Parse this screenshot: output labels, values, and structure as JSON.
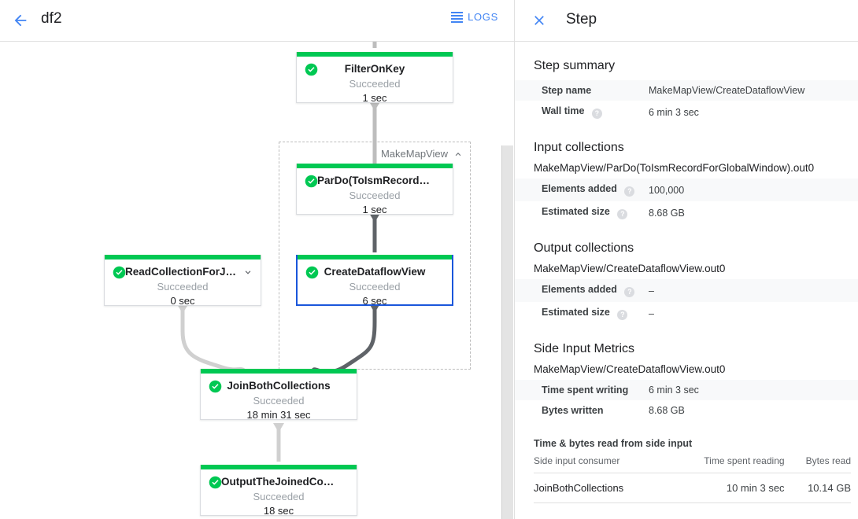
{
  "topbar": {
    "back_icon": "back-arrow-icon",
    "job_title": "df2",
    "logs_label": "LOGS",
    "logs_icon": "logs-list-icon"
  },
  "graph": {
    "group": {
      "label": "MakeMapView",
      "collapse_icon": "chevron-up-icon"
    },
    "nodes": [
      {
        "id": "filter-on-key",
        "name": "FilterOnKey",
        "status": "Succeeded",
        "time": "1 sec",
        "status_icon": "check-circle-icon",
        "selected": false,
        "has_chevron": false
      },
      {
        "id": "pardo-toismrecordfor",
        "name": "ParDo(ToIsmRecordFor…",
        "status": "Succeeded",
        "time": "1 sec",
        "status_icon": "check-circle-icon",
        "selected": false,
        "has_chevron": false
      },
      {
        "id": "create-dataflow-view",
        "name": "CreateDataflowView",
        "status": "Succeeded",
        "time": "6 sec",
        "status_icon": "check-circle-icon",
        "selected": true,
        "has_chevron": false
      },
      {
        "id": "read-collection-for-join",
        "name": "ReadCollectionForJoin",
        "status": "Succeeded",
        "time": "0 sec",
        "status_icon": "check-circle-icon",
        "selected": false,
        "has_chevron": true,
        "chevron_icon": "chevron-down-icon"
      },
      {
        "id": "join-both-collections",
        "name": "JoinBothCollections",
        "status": "Succeeded",
        "time": "18 min 31 sec",
        "status_icon": "check-circle-icon",
        "selected": false,
        "has_chevron": false
      },
      {
        "id": "output-the-joined-collection",
        "name": "OutputTheJoinedCollec…",
        "status": "Succeeded",
        "time": "18 sec",
        "status_icon": "check-circle-icon",
        "selected": false,
        "has_chevron": false
      }
    ]
  },
  "panel": {
    "close_icon": "close-x-icon",
    "title": "Step",
    "step_summary": {
      "heading": "Step summary",
      "rows": [
        {
          "key": "Step name",
          "value": "MakeMapView/CreateDataflowView",
          "help": false
        },
        {
          "key": "Wall time",
          "value": "6 min 3 sec",
          "help": true
        }
      ]
    },
    "input_collections": {
      "heading": "Input collections",
      "path": "MakeMapView/ParDo(ToIsmRecordForGlobalWindow).out0",
      "rows": [
        {
          "key": "Elements added",
          "value": "100,000",
          "help": true
        },
        {
          "key": "Estimated size",
          "value": "8.68 GB",
          "help": true
        }
      ]
    },
    "output_collections": {
      "heading": "Output collections",
      "path": "MakeMapView/CreateDataflowView.out0",
      "rows": [
        {
          "key": "Elements added",
          "value": "–",
          "help": true
        },
        {
          "key": "Estimated size",
          "value": "–",
          "help": true
        }
      ]
    },
    "side_input_metrics": {
      "heading": "Side Input Metrics",
      "path": "MakeMapView/CreateDataflowView.out0",
      "rows": [
        {
          "key": "Time spent writing",
          "value": "6 min 3 sec",
          "help": false
        },
        {
          "key": "Bytes written",
          "value": "8.68 GB",
          "help": false
        }
      ]
    },
    "side_input_reads": {
      "heading": "Time & bytes read from side input",
      "columns": [
        "Side input consumer",
        "Time spent reading",
        "Bytes read"
      ],
      "rows": [
        {
          "consumer": "JoinBothCollections",
          "time": "10 min 3 sec",
          "bytes": "10.14 GB"
        }
      ]
    }
  },
  "colors": {
    "accent_blue": "#4285f4",
    "selected_border": "#1a56db",
    "success_green": "#00c853",
    "muted_text": "#9aa0a6"
  }
}
